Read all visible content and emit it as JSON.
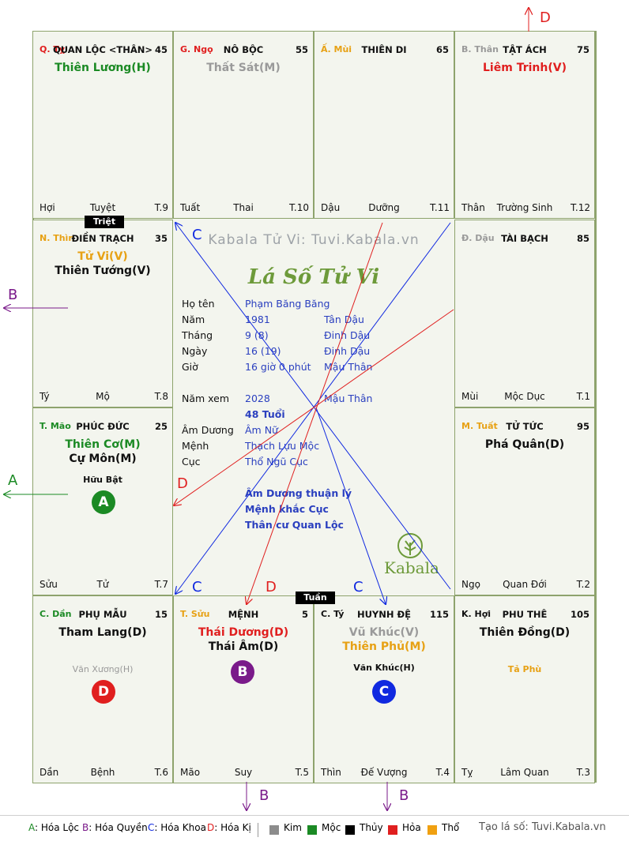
{
  "palaces": [
    {
      "id": "ty",
      "chi": "Q. Tỵ",
      "chi_color": "#e01f1f",
      "name": "QUAN LỘC <THÂN>",
      "num": "45",
      "stars": [
        {
          "text": "Thiên Lương(H)",
          "color": "#1b8a24"
        }
      ],
      "minors": [],
      "foot_left": "Hợi",
      "foot_center": "Tuyệt",
      "foot_right": "T.9"
    },
    {
      "id": "ngo",
      "chi": "G. Ngọ",
      "chi_color": "#e01f1f",
      "name": "NÔ BỘC",
      "num": "55",
      "stars": [
        {
          "text": "Thất Sát(M)",
          "color": "#9a9a9a"
        }
      ],
      "minors": [],
      "foot_left": "Tuất",
      "foot_center": "Thai",
      "foot_right": "T.10"
    },
    {
      "id": "mui",
      "chi": "Ấ. Mùi",
      "chi_color": "#e7a114",
      "name": "THIÊN DI",
      "num": "65",
      "stars": [],
      "minors": [],
      "foot_left": "Dậu",
      "foot_center": "Dưỡng",
      "foot_right": "T.11"
    },
    {
      "id": "than",
      "chi": "B. Thân",
      "chi_color": "#9a9a9a",
      "name": "TẬT ÁCH",
      "num": "75",
      "stars": [
        {
          "text": "Liêm Trinh(V)",
          "color": "#e01f1f"
        }
      ],
      "minors": [],
      "foot_left": "Thân",
      "foot_center": "Trường Sinh",
      "foot_right": "T.12"
    },
    {
      "id": "thin",
      "chi": "N. Thìn",
      "chi_color": "#e7a114",
      "name": "ĐIỀN TRẠCH",
      "num": "35",
      "stars": [
        {
          "text": "Tử Vi(V)",
          "color": "#e7a114"
        },
        {
          "text": "Thiên Tướng(V)",
          "color": "#111111"
        }
      ],
      "minors": [],
      "foot_left": "Tý",
      "foot_center": "Mộ",
      "foot_right": "T.8"
    },
    {
      "id": "dau",
      "chi": "Đ. Dậu",
      "chi_color": "#9a9a9a",
      "name": "TÀI BẠCH",
      "num": "85",
      "stars": [],
      "minors": [],
      "foot_left": "Mùi",
      "foot_center": "Mộc Dục",
      "foot_right": "T.1"
    },
    {
      "id": "mao",
      "chi": "T. Mão",
      "chi_color": "#1b8a24",
      "name": "PHÚC ĐỨC",
      "num": "25",
      "stars": [
        {
          "text": "Thiên Cơ(M)",
          "color": "#1b8a24"
        },
        {
          "text": "Cự Môn(M)",
          "color": "#111111"
        }
      ],
      "minors": [
        {
          "text": "Hữu Bật",
          "color": "#111111"
        }
      ],
      "foot_left": "Sửu",
      "foot_center": "Tử",
      "foot_right": "T.7"
    },
    {
      "id": "tuat",
      "chi": "M. Tuất",
      "chi_color": "#e7a114",
      "name": "TỬ TỨC",
      "num": "95",
      "stars": [
        {
          "text": "Phá Quân(D)",
          "color": "#111111"
        }
      ],
      "minors": [],
      "foot_left": "Ngọ",
      "foot_center": "Quan Đới",
      "foot_right": "T.2"
    },
    {
      "id": "dan",
      "chi": "C. Dần",
      "chi_color": "#1b8a24",
      "name": "PHỤ MẪU",
      "num": "15",
      "stars": [
        {
          "text": "Tham Lang(D)",
          "color": "#111111"
        }
      ],
      "minors": [
        {
          "text": "Văn Xương(H)",
          "color": "#9a9a9a"
        }
      ],
      "foot_left": "Dần",
      "foot_center": "Bệnh",
      "foot_right": "T.6"
    },
    {
      "id": "suu",
      "chi": "T. Sửu",
      "chi_color": "#e7a114",
      "name": "MỆNH",
      "num": "5",
      "stars": [
        {
          "text": "Thái Dương(D)",
          "color": "#e01f1f"
        },
        {
          "text": "Thái Âm(D)",
          "color": "#111111"
        }
      ],
      "minors": [],
      "foot_left": "Mão",
      "foot_center": "Suy",
      "foot_right": "T.5"
    },
    {
      "id": "ti",
      "chi": "C. Tý",
      "chi_color": "#111111",
      "name": "HUYNH ĐỆ",
      "num": "115",
      "stars": [
        {
          "text": "Vũ Khúc(V)",
          "color": "#9a9a9a"
        },
        {
          "text": "Thiên Phủ(M)",
          "color": "#e7a114"
        }
      ],
      "minors": [
        {
          "text": "Văn Khúc(H)",
          "color": "#111111"
        }
      ],
      "foot_left": "Thìn",
      "foot_center": "Đế Vượng",
      "foot_right": "T.4"
    },
    {
      "id": "hoi",
      "chi": "K. Hợi",
      "chi_color": "#111111",
      "name": "PHU THÊ",
      "num": "105",
      "stars": [
        {
          "text": "Thiên Đồng(D)",
          "color": "#111111"
        }
      ],
      "minors": [
        {
          "text": "Tả Phù",
          "color": "#e7a114"
        }
      ],
      "foot_left": "Tỵ",
      "foot_center": "Lâm Quan",
      "foot_right": "T.3"
    }
  ],
  "badges": [
    {
      "palace": "mao",
      "letter": "A",
      "color": "#1b8a24"
    },
    {
      "palace": "suu",
      "letter": "B",
      "color": "#7a1a8a"
    },
    {
      "palace": "ti",
      "letter": "C",
      "color": "#1029e0"
    },
    {
      "palace": "dan",
      "letter": "D",
      "color": "#e01f1f"
    }
  ],
  "tags": {
    "triet": "Triệt",
    "tuan": "Tuần"
  },
  "center": {
    "watermark": "Kabala Tử Vi: Tuvi.Kabala.vn",
    "script_title": "Lá Số Tử Vi",
    "rows": [
      {
        "label": "Họ tên",
        "v1": "Phạm Băng Băng",
        "v2": ""
      },
      {
        "label": "Năm",
        "v1": "1981",
        "v2": "Tân Dậu"
      },
      {
        "label": "Tháng",
        "v1": "9  (8)",
        "v2": "Đinh Dậu"
      },
      {
        "label": "Ngày",
        "v1": "16  (19)",
        "v2": "Đinh Dậu"
      },
      {
        "label": "Giờ",
        "v1": "16 giờ 0 phút",
        "v2": "Mậu Thân"
      },
      {
        "label": "Năm xem",
        "v1": "2028",
        "v2": "Mậu Thân"
      },
      {
        "label": "",
        "v1": "48 Tuổi",
        "v2": ""
      },
      {
        "label": "Âm Dương",
        "v1": "Âm Nữ",
        "v2": ""
      },
      {
        "label": "Mệnh",
        "v1": "Thạch Lựu Mộc",
        "v2": ""
      },
      {
        "label": "Cục",
        "v1": "Thổ Ngũ Cục",
        "v2": ""
      }
    ],
    "notes": [
      "Âm Dương thuận lý",
      "Mệnh khắc Cục",
      "Thân cư Quan Lộc"
    ],
    "brand": "Kabala"
  },
  "arrow_labels": {
    "top_right": "D",
    "left_b": "B",
    "left_a": "A",
    "bottom_b1": "B",
    "bottom_b2": "B",
    "c1": "C",
    "c2": "C",
    "c3": "C",
    "d1": "D",
    "d2": "D"
  },
  "legend": {
    "hoa": [
      {
        "key": "A",
        "label": ": Hóa Lộc",
        "color": "#1b8a24"
      },
      {
        "key": "B",
        "label": ": Hóa Quyền",
        "color": "#7a1a8a"
      },
      {
        "key": "C",
        "label": ": Hóa Khoa",
        "color": "#1029e0"
      },
      {
        "key": "D",
        "label": ": Hóa Kị",
        "color": "#e01f1f"
      }
    ],
    "elements": [
      {
        "label": "Kim",
        "color": "#8c8c8c"
      },
      {
        "label": "Mộc",
        "color": "#1b8a24"
      },
      {
        "label": "Thủy",
        "color": "#000000"
      },
      {
        "label": "Hỏa",
        "color": "#e01f1f"
      },
      {
        "label": "Thổ",
        "color": "#f0a010"
      }
    ],
    "signature": "Tạo lá số: Tuvi.Kabala.vn"
  },
  "colors": {
    "border": "#8ea36d",
    "bg": "#f3f5ee",
    "blue": "#2a3fbf"
  }
}
